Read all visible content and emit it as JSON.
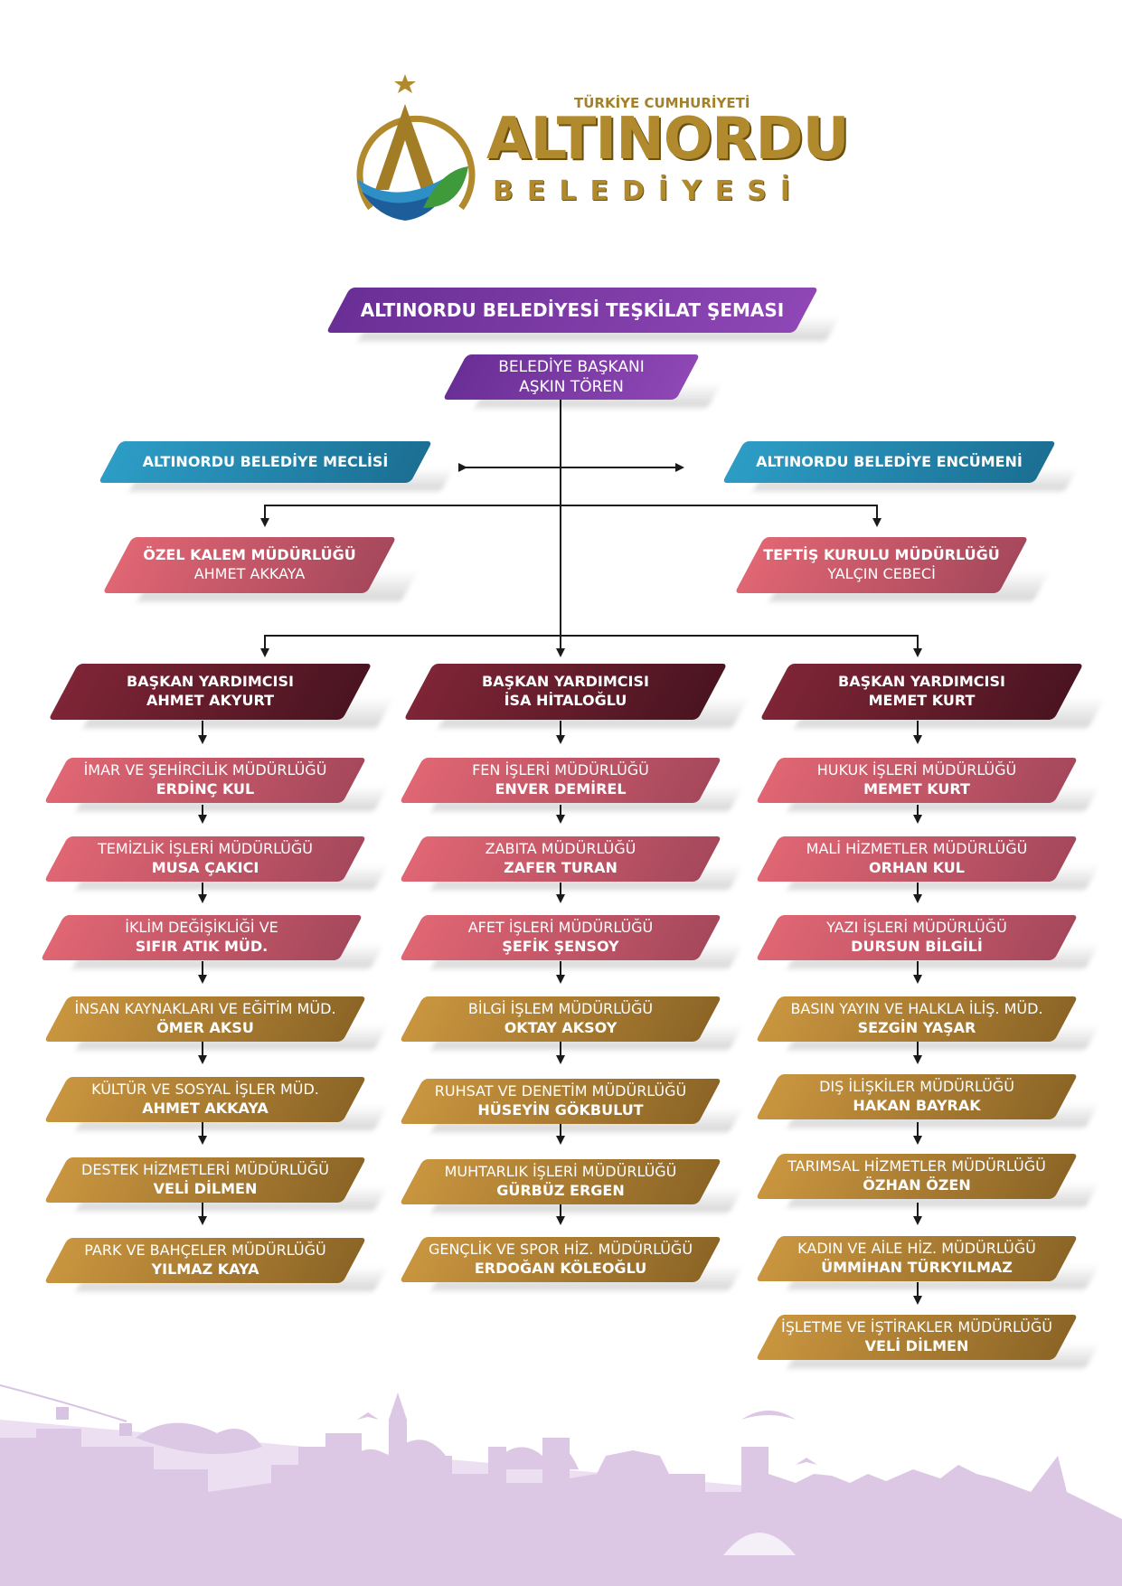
{
  "logo": {
    "top_text": "TÜRKİYE CUMHURİYETİ",
    "main_text": "ALTINORDU",
    "sub_text": "BELEDİYESİ"
  },
  "title": "ALTINORDU BELEDİYESİ TEŞKİLAT ŞEMASI",
  "mayor": {
    "role": "BELEDİYE BAŞKANI",
    "name": "AŞKIN TÖREN"
  },
  "council": "ALTINORDU BELEDİYE MECLİSİ",
  "committee": "ALTINORDU BELEDİYE ENCÜMENİ",
  "private_office": {
    "name": "ÖZEL KALEM MÜDÜRLÜĞÜ",
    "head": "AHMET AKKAYA"
  },
  "inspection": {
    "name": "TEFTİŞ KURULU MÜDÜRLÜĞÜ",
    "head": "YALÇIN CEBECİ"
  },
  "deputies": [
    {
      "role": "BAŞKAN YARDIMCISI",
      "name": "AHMET AKYURT",
      "units": [
        {
          "name": "İMAR VE ŞEHİRCİLİK MÜDÜRLÜĞÜ",
          "head": "ERDİNÇ KUL"
        },
        {
          "name": "TEMİZLİK İŞLERİ MÜDÜRLÜĞÜ",
          "head": "MUSA ÇAKICI"
        },
        {
          "name": "İKLİM DEĞİŞİKLİĞİ VE",
          "head": "SIFIR ATIK MÜD."
        },
        {
          "name": "İNSAN KAYNAKLARI VE EĞİTİM MÜD.",
          "head": "ÖMER AKSU"
        },
        {
          "name": "KÜLTÜR VE SOSYAL İŞLER MÜD.",
          "head": "AHMET AKKAYA"
        },
        {
          "name": "DESTEK HİZMETLERİ MÜDÜRLÜĞÜ",
          "head": "VELİ DİLMEN"
        },
        {
          "name": "PARK VE BAHÇELER MÜDÜRLÜĞÜ",
          "head": "YILMAZ KAYA"
        }
      ]
    },
    {
      "role": "BAŞKAN YARDIMCISI",
      "name": "İSA HİTALOĞLU",
      "units": [
        {
          "name": "FEN İŞLERİ MÜDÜRLÜĞÜ",
          "head": "ENVER DEMİREL"
        },
        {
          "name": "ZABITA MÜDÜRLÜĞÜ",
          "head": "ZAFER TURAN"
        },
        {
          "name": "AFET İŞLERİ MÜDÜRLÜĞÜ",
          "head": "ŞEFİK ŞENSOY"
        },
        {
          "name": "BİLGİ İŞLEM MÜDÜRLÜĞÜ",
          "head": "OKTAY AKSOY"
        },
        {
          "name": "RUHSAT VE DENETİM MÜDÜRLÜĞÜ",
          "head": "HÜSEYİN GÖKBULUT"
        },
        {
          "name": "MUHTARLIK İŞLERİ MÜDÜRLÜĞÜ",
          "head": "GÜRBÜZ ERGEN"
        },
        {
          "name": "GENÇLİK VE SPOR HİZ. MÜDÜRLÜĞÜ",
          "head": "ERDOĞAN KÖLEOĞLU"
        }
      ]
    },
    {
      "role": "BAŞKAN YARDIMCISI",
      "name": "MEMET KURT",
      "units": [
        {
          "name": "HUKUK İŞLERİ MÜDÜRLÜĞÜ",
          "head": "MEMET KURT"
        },
        {
          "name": "MALİ HİZMETLER MÜDÜRLÜĞÜ",
          "head": "ORHAN KUL"
        },
        {
          "name": "YAZI İŞLERİ MÜDÜRLÜĞÜ",
          "head": "DURSUN BİLGİLİ"
        },
        {
          "name": "BASIN YAYIN VE HALKLA İLİŞ. MÜD.",
          "head": "SEZGİN YAŞAR"
        },
        {
          "name": "DIŞ İLİŞKİLER MÜDÜRLÜĞÜ",
          "head": "HAKAN BAYRAK"
        },
        {
          "name": "TARIMSAL HİZMETLER MÜDÜRLÜĞÜ",
          "head": "ÖZHAN ÖZEN"
        },
        {
          "name": "KADIN VE AİLE HİZ. MÜDÜRLÜĞÜ",
          "head": "ÜMMİHAN TÜRKYILMAZ"
        },
        {
          "name": "İŞLETME VE İŞTİRAKLER MÜDÜRLÜĞÜ",
          "head": "VELİ DİLMEN"
        }
      ]
    }
  ],
  "colors": {
    "purple": "#7a3aa6",
    "blue": "#2489b3",
    "pink": "#c4566a",
    "maroon": "#651c2c",
    "gold": "#b07f33",
    "skyline": "#dcc8e4"
  }
}
